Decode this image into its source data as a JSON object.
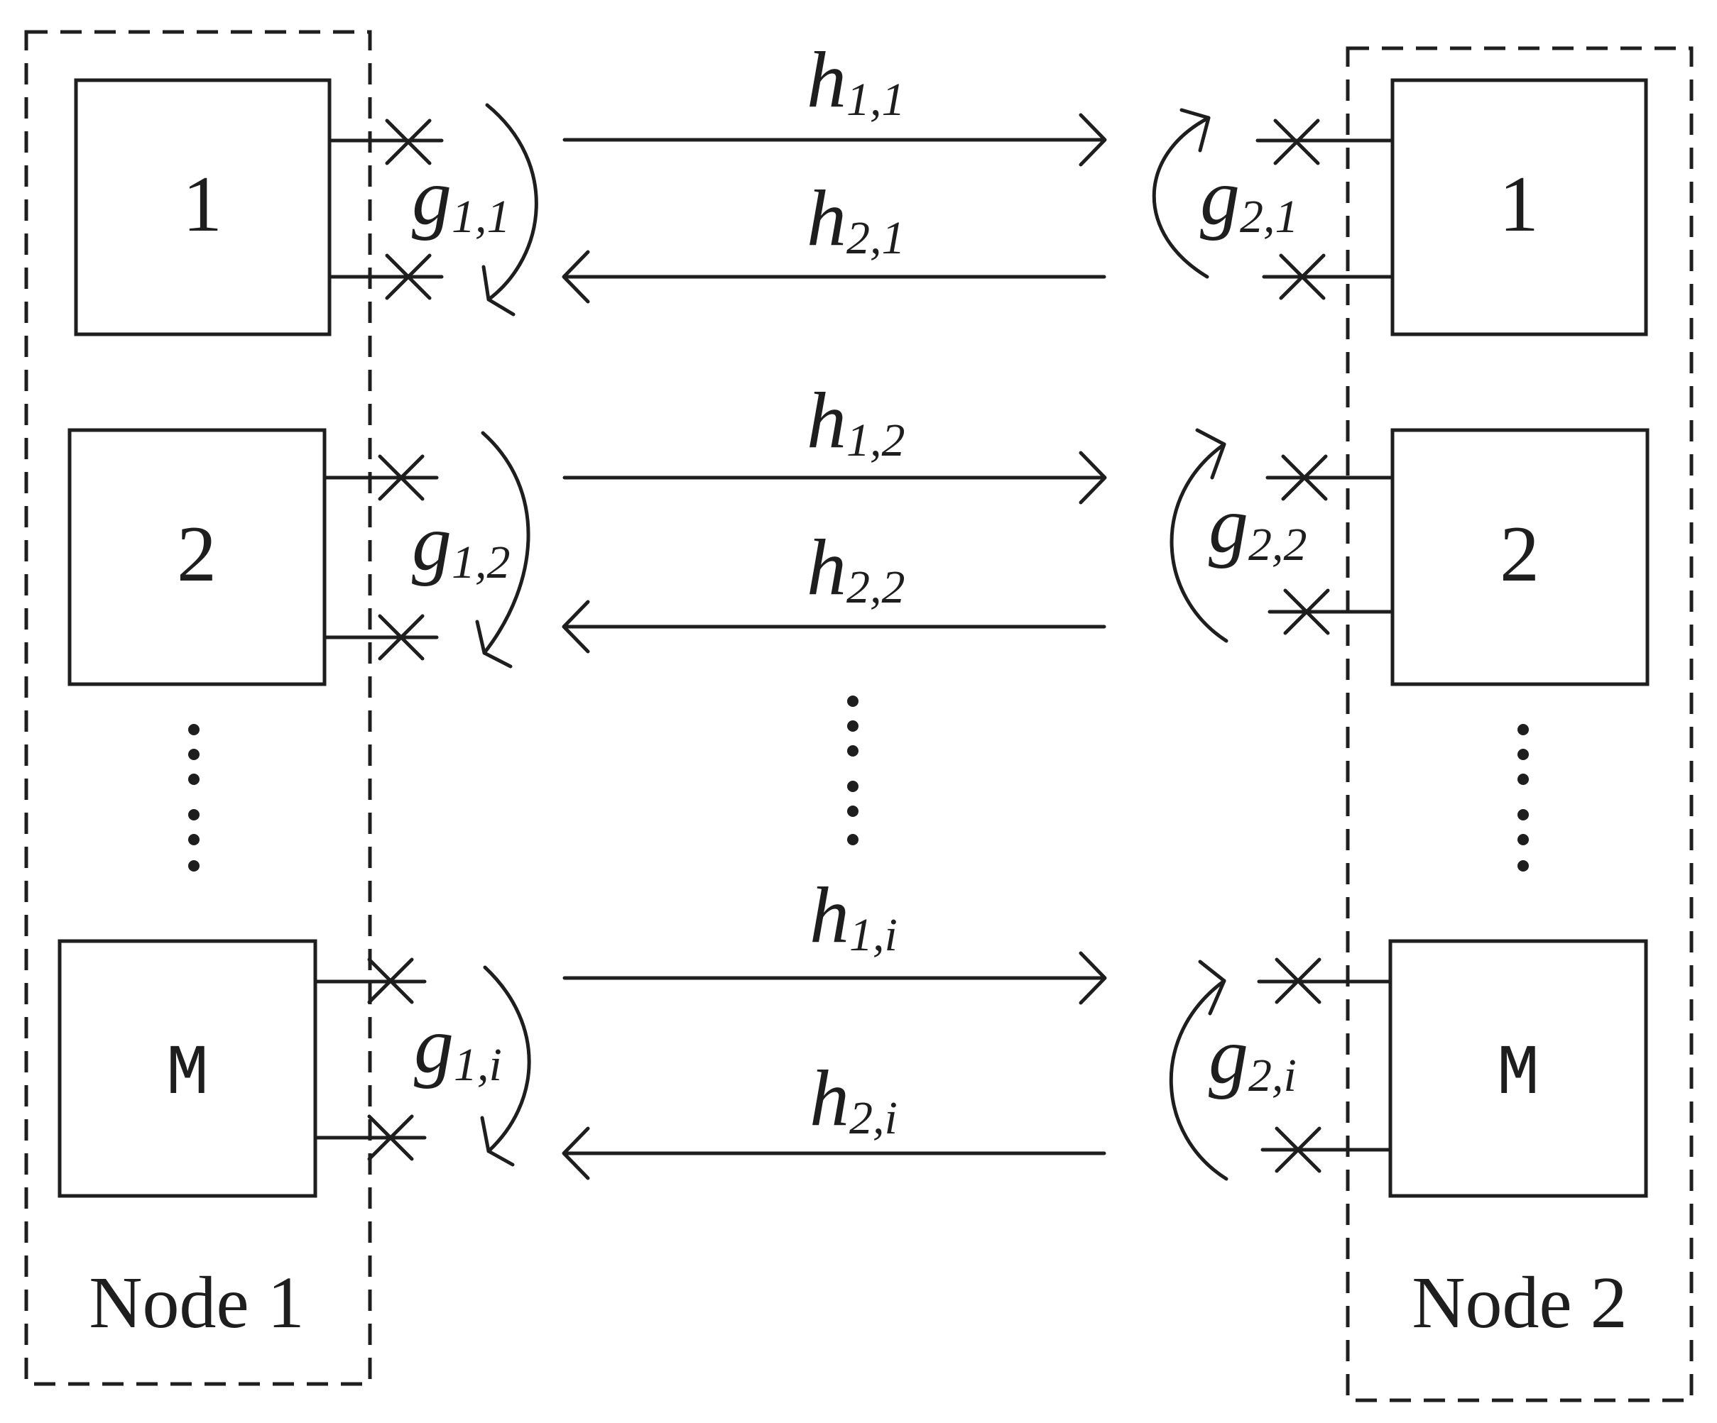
{
  "nodes": [
    {
      "label": "Node 1",
      "antennas": [
        "1",
        "2",
        "M"
      ]
    },
    {
      "label": "Node 2",
      "antennas": [
        "1",
        "2",
        "M"
      ]
    }
  ],
  "forward_channels": [
    {
      "base": "h",
      "sub": "1,1"
    },
    {
      "base": "h",
      "sub": "1,2"
    },
    {
      "base": "h",
      "sub": "1,i"
    }
  ],
  "backward_channels": [
    {
      "base": "h",
      "sub": "2,1"
    },
    {
      "base": "h",
      "sub": "2,2"
    },
    {
      "base": "h",
      "sub": "2,i"
    }
  ],
  "node1_self_loops": [
    {
      "base": "g",
      "sub": "1,1"
    },
    {
      "base": "g",
      "sub": "1,2"
    },
    {
      "base": "g",
      "sub": "1,i"
    }
  ],
  "node2_self_loops": [
    {
      "base": "g",
      "sub": "2,1"
    },
    {
      "base": "g",
      "sub": "2,2"
    },
    {
      "base": "g",
      "sub": "2,i"
    }
  ]
}
